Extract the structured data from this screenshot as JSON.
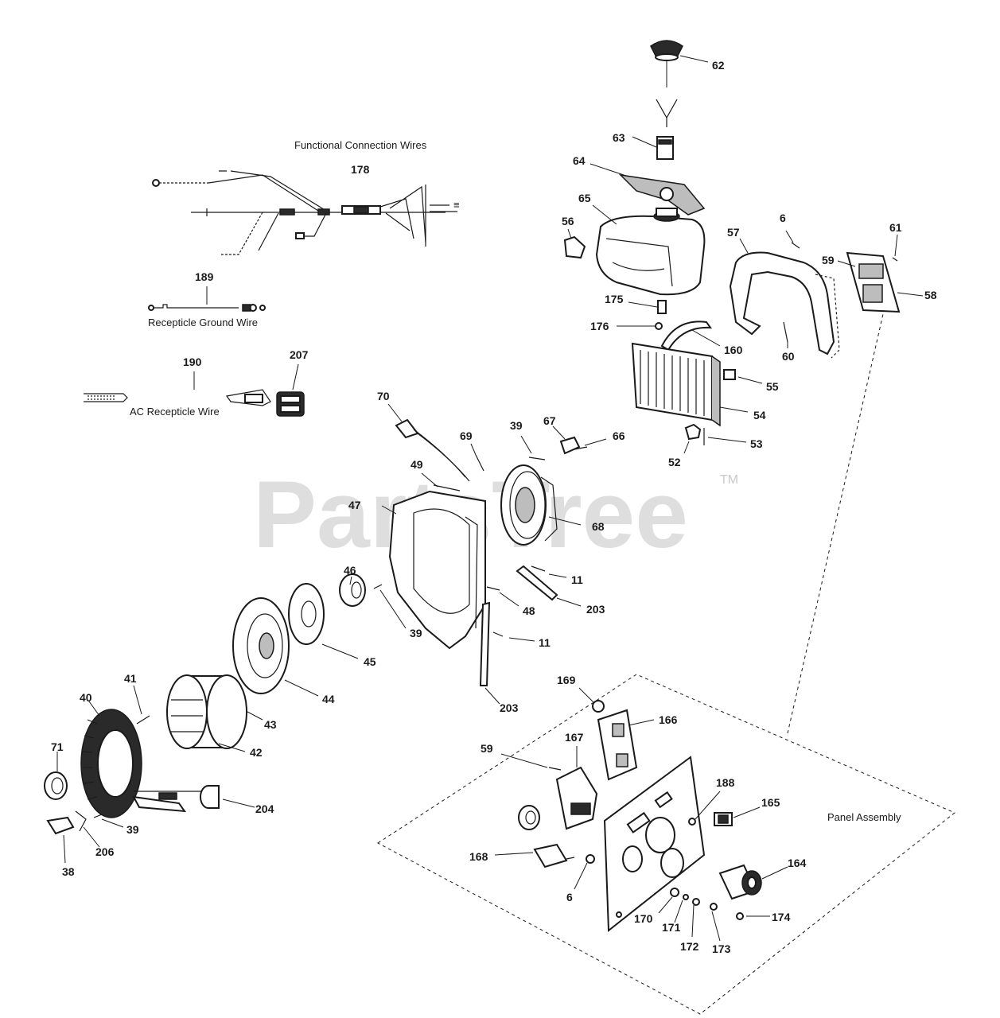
{
  "watermark": {
    "text": "PartsTree",
    "trademark": "TM"
  },
  "captions": {
    "functional_wires": "Functional Connection Wires",
    "ground_wire": "Recepticle Ground Wire",
    "ac_wire": "AC Recepticle Wire",
    "panel_assembly": "Panel Assembly"
  },
  "callouts": [
    {
      "id": "p62",
      "label": "62"
    },
    {
      "id": "p63",
      "label": "63"
    },
    {
      "id": "p64",
      "label": "64"
    },
    {
      "id": "p65",
      "label": "65"
    },
    {
      "id": "p56",
      "label": "56"
    },
    {
      "id": "p6a",
      "label": "6"
    },
    {
      "id": "p57",
      "label": "57"
    },
    {
      "id": "p61",
      "label": "61"
    },
    {
      "id": "p59a",
      "label": "59"
    },
    {
      "id": "p58",
      "label": "58"
    },
    {
      "id": "p175",
      "label": "175"
    },
    {
      "id": "p176",
      "label": "176"
    },
    {
      "id": "p160",
      "label": "160"
    },
    {
      "id": "p60",
      "label": "60"
    },
    {
      "id": "p55",
      "label": "55"
    },
    {
      "id": "p54",
      "label": "54"
    },
    {
      "id": "p53",
      "label": "53"
    },
    {
      "id": "p52",
      "label": "52"
    },
    {
      "id": "p178",
      "label": "178"
    },
    {
      "id": "p189",
      "label": "189"
    },
    {
      "id": "p190",
      "label": "190"
    },
    {
      "id": "p207",
      "label": "207"
    },
    {
      "id": "p70",
      "label": "70"
    },
    {
      "id": "p69",
      "label": "69"
    },
    {
      "id": "p39a",
      "label": "39"
    },
    {
      "id": "p67",
      "label": "67"
    },
    {
      "id": "p66",
      "label": "66"
    },
    {
      "id": "p49",
      "label": "49"
    },
    {
      "id": "p47",
      "label": "47"
    },
    {
      "id": "p68",
      "label": "68"
    },
    {
      "id": "p11a",
      "label": "11"
    },
    {
      "id": "p46",
      "label": "46"
    },
    {
      "id": "p48",
      "label": "48"
    },
    {
      "id": "p203a",
      "label": "203"
    },
    {
      "id": "p39b",
      "label": "39"
    },
    {
      "id": "p11b",
      "label": "11"
    },
    {
      "id": "p45",
      "label": "45"
    },
    {
      "id": "p44",
      "label": "44"
    },
    {
      "id": "p41",
      "label": "41"
    },
    {
      "id": "p40",
      "label": "40"
    },
    {
      "id": "p43",
      "label": "43"
    },
    {
      "id": "p42",
      "label": "42"
    },
    {
      "id": "p203b",
      "label": "203"
    },
    {
      "id": "p169",
      "label": "169"
    },
    {
      "id": "p166",
      "label": "166"
    },
    {
      "id": "p167",
      "label": "167"
    },
    {
      "id": "p59b",
      "label": "59"
    },
    {
      "id": "p71",
      "label": "71"
    },
    {
      "id": "p204",
      "label": "204"
    },
    {
      "id": "p39c",
      "label": "39"
    },
    {
      "id": "p206",
      "label": "206"
    },
    {
      "id": "p38",
      "label": "38"
    },
    {
      "id": "p188",
      "label": "188"
    },
    {
      "id": "p165",
      "label": "165"
    },
    {
      "id": "p168",
      "label": "168"
    },
    {
      "id": "p164",
      "label": "164"
    },
    {
      "id": "p6b",
      "label": "6"
    },
    {
      "id": "p170",
      "label": "170"
    },
    {
      "id": "p171",
      "label": "171"
    },
    {
      "id": "p172",
      "label": "172"
    },
    {
      "id": "p173",
      "label": "173"
    },
    {
      "id": "p174",
      "label": "174"
    }
  ]
}
